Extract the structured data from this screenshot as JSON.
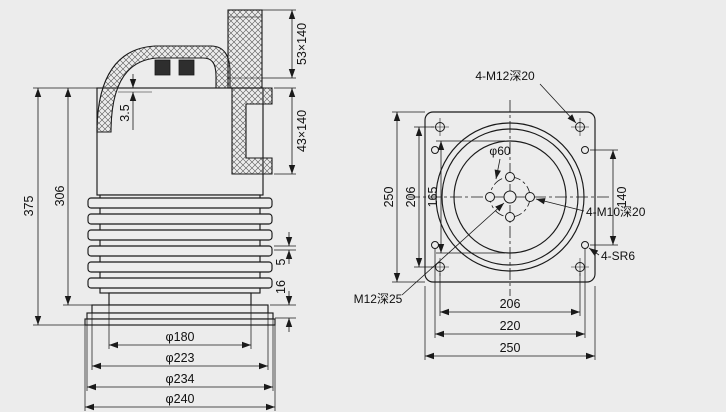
{
  "canvas": {
    "background": "#ececec",
    "ink": "#1a1a1a"
  },
  "left_view": {
    "name": "side section view",
    "dims": {
      "total_height": "375",
      "body_height": "306",
      "wall_thickness": "3.5",
      "terminal_slot": "53×140",
      "side_slot": "43×140",
      "rib_step": "5",
      "flange_thickness": "16",
      "dia1": "φ180",
      "dia2": "φ223",
      "dia3": "φ234",
      "dia4": "φ240"
    }
  },
  "right_view": {
    "name": "front view",
    "dims": {
      "plate_h": "250",
      "hole_pitch_v": "206",
      "boss_dia": "165",
      "support_pitch_v": "140",
      "bolt_circle": "φ60",
      "corner_holes": "4-M12深20",
      "face_holes": "4-M10深20",
      "supports": "4-SR6",
      "center_hole": "M12深25",
      "hole_pitch_h": "206",
      "support_pitch_h": "220",
      "plate_w": "250"
    }
  }
}
